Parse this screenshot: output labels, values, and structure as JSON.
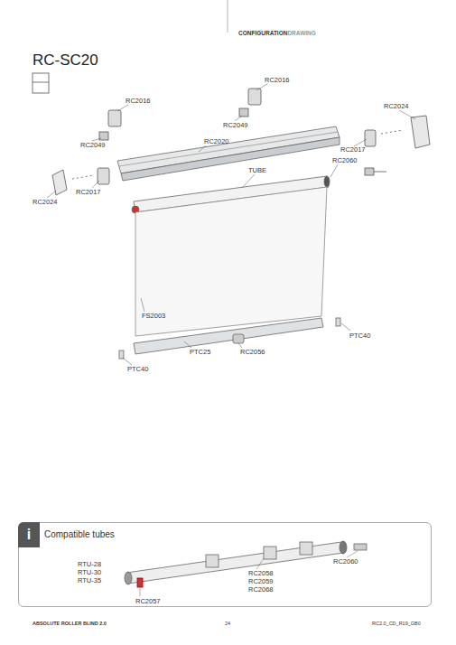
{
  "diagram": {
    "title": "RC-SC20",
    "nodes": [
      {
        "text": [
          "i",
          "Compatible tubes"
        ]
      }
    ],
    "labels": [
      "CONFIGURATION",
      "DRAWING",
      "RC2016",
      "RC2016",
      "RC2024",
      "RC2049",
      "RC2049",
      "RC2020",
      "RC2017",
      "RC2060",
      "RC2024",
      "RC2017",
      "TUBE",
      "FS2003",
      "PTC40",
      "PTC25",
      "RC2056",
      "PTC40",
      "RTU-28",
      "RTU-30",
      "RTU-35",
      "RC2058",
      "RC2059",
      "RC2068",
      "RC2060",
      "RC2057",
      "ABSOLUTE ROLLER BLIND 2.0",
      "24",
      "RC2.0_CD_R19_GB0"
    ]
  }
}
